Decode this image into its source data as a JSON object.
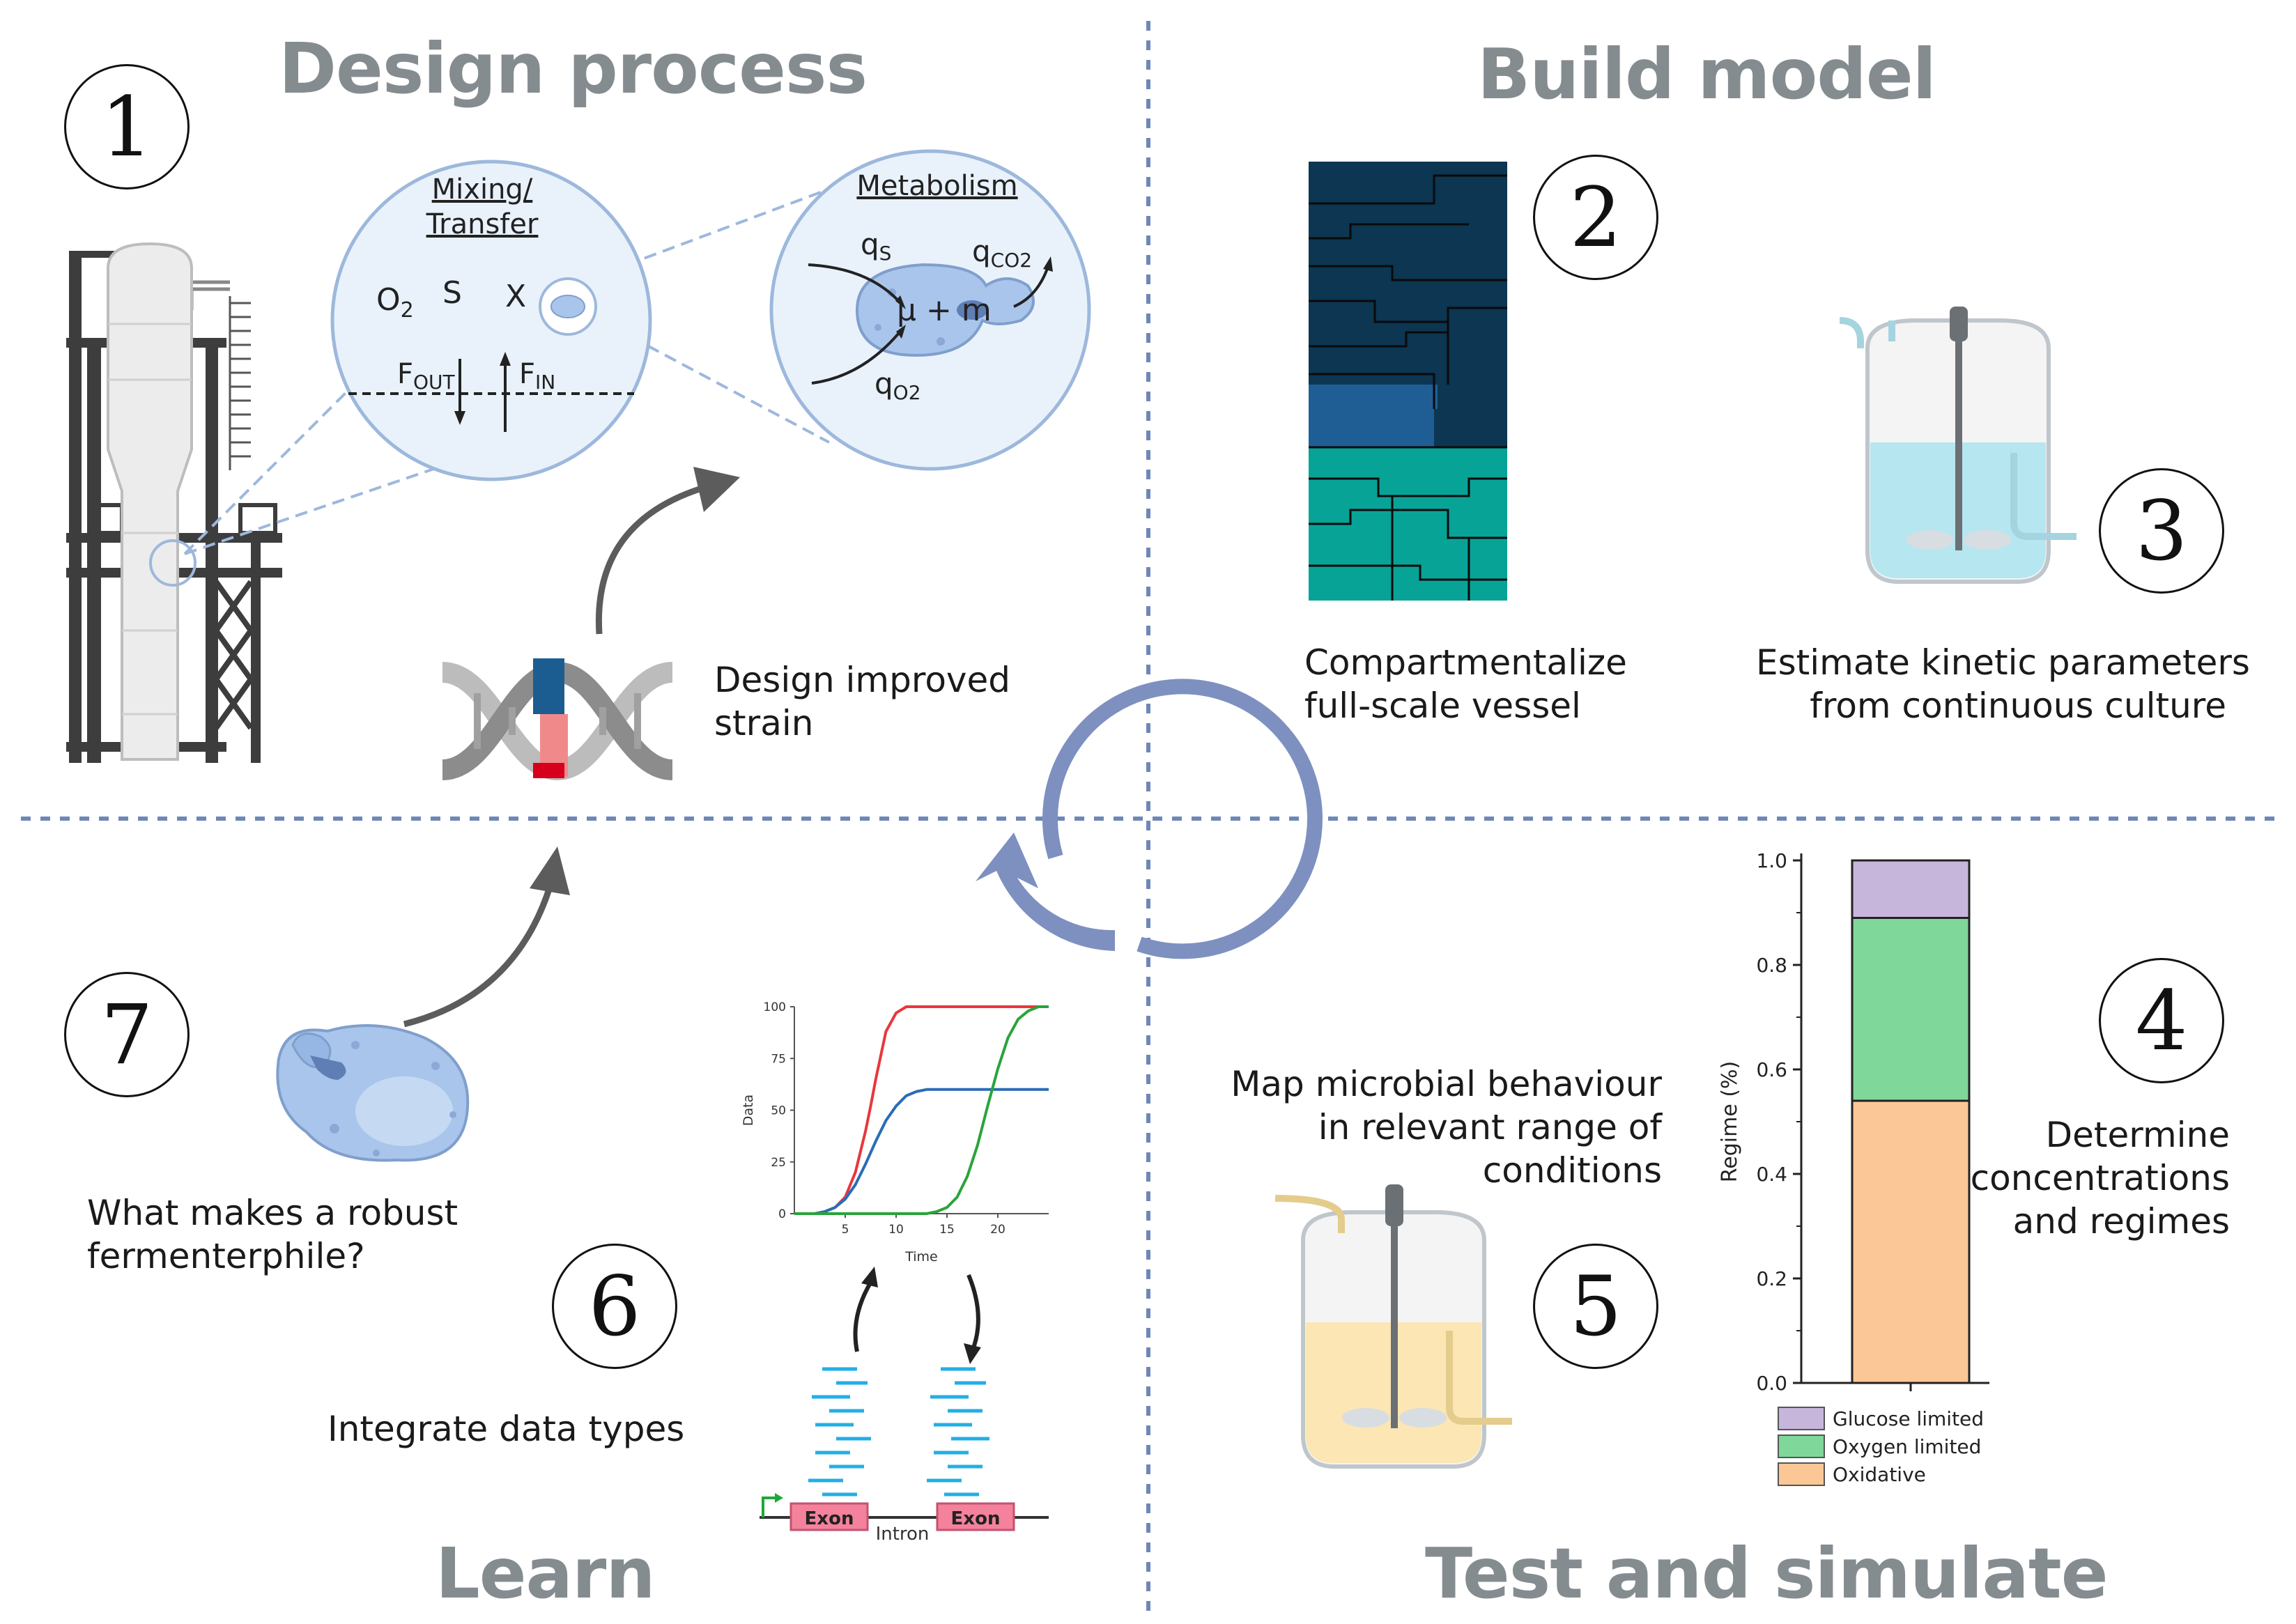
{
  "quadrants": {
    "design": "Design process",
    "build": "Build model",
    "learn": "Learn",
    "test": "Test and simulate"
  },
  "steps": [
    "1",
    "2",
    "3",
    "4",
    "5",
    "6",
    "7"
  ],
  "captions": {
    "design_strain": [
      "Design improved",
      "strain"
    ],
    "compartmentalize": [
      "Compartmentalize",
      "full-scale vessel"
    ],
    "estimate": [
      "Estimate kinetic parameters",
      "from continuous culture"
    ],
    "map": [
      "Map microbial behaviour",
      "in relevant range of",
      "conditions"
    ],
    "determine": [
      "Determine",
      "concentrations",
      "and regimes"
    ],
    "integrate": "Integrate data types",
    "robust": [
      "What makes a robust",
      "fermenterphile?"
    ]
  },
  "mixing": {
    "title_line1": "Mixing/",
    "title_line2": "Transfer",
    "o2": "O",
    "o2_sub": "2",
    "s": "S",
    "x": "X",
    "fout": "F",
    "fout_sub": "OUT",
    "fin": "F",
    "fin_sub": "IN"
  },
  "metabolism": {
    "title": "Metabolism",
    "qs": "q",
    "qs_sub": "S",
    "qco2": "q",
    "qco2_sub": "CO2",
    "mu": "μ + m",
    "qo2": "q",
    "qo2_sub": "O2"
  },
  "rnaseq": {
    "exon1": "Exon",
    "exon2": "Exon",
    "intron": "Intron"
  },
  "colors": {
    "title_gray": "#858c90",
    "divider": "#6f87b8",
    "cycle": "#7d90c0",
    "circle_fill": "#e9f2fb",
    "circle_stroke": "#9db8dc",
    "cell_fill": "#a9c5ec",
    "glucose": "#c7b6dc",
    "oxygen": "#7fd79a",
    "oxidative": "#fcc796",
    "navy": "#0c3651",
    "blue": "#1f5e94",
    "teal": "#07a397"
  },
  "chart_data": [
    {
      "type": "line",
      "title": "",
      "xlabel": "Time",
      "ylabel": "Data",
      "xlim": [
        0,
        25
      ],
      "ylim": [
        0,
        100
      ],
      "xticks": [
        5,
        10,
        15,
        20
      ],
      "yticks": [
        0,
        25,
        50,
        75,
        100
      ],
      "series": [
        {
          "color": "#e8373d",
          "x": [
            0,
            2,
            3,
            4,
            5,
            6,
            7,
            7.5,
            8,
            9,
            10,
            11,
            12,
            25
          ],
          "y": [
            0,
            0,
            1,
            3,
            8,
            20,
            40,
            52,
            65,
            88,
            97,
            100,
            100,
            100
          ]
        },
        {
          "color": "#2a6cb6",
          "x": [
            0,
            2,
            3,
            4,
            5,
            6,
            7,
            8,
            9,
            10,
            11,
            12,
            13,
            14,
            25
          ],
          "y": [
            0,
            0,
            1,
            3,
            7,
            14,
            24,
            35,
            45,
            52,
            57,
            59,
            60,
            60,
            60
          ]
        },
        {
          "color": "#2aa43a",
          "x": [
            0,
            13,
            14,
            15,
            16,
            17,
            18,
            19,
            20,
            21,
            22,
            23,
            24,
            25
          ],
          "y": [
            0,
            0,
            1,
            3,
            8,
            18,
            33,
            52,
            70,
            85,
            94,
            98,
            100,
            100
          ]
        }
      ]
    },
    {
      "type": "bar",
      "title": "",
      "xlabel": "",
      "ylabel": "Regime (%)",
      "ylim": [
        0,
        1.0
      ],
      "yticks": [
        "0.0",
        "0.2",
        "0.4",
        "0.6",
        "0.8",
        "1.0"
      ],
      "stacked": true,
      "categories": [
        ""
      ],
      "series": [
        {
          "name": "Oxidative",
          "values": [
            0.54
          ],
          "color": "#fcc796"
        },
        {
          "name": "Oxygen limited",
          "values": [
            0.35
          ],
          "color": "#7fd79a"
        },
        {
          "name": "Glucose limited",
          "values": [
            0.11
          ],
          "color": "#c7b6dc"
        }
      ],
      "legend_order": [
        "Glucose limited",
        "Oxygen limited",
        "Oxidative"
      ],
      "legend": "bottom"
    }
  ]
}
